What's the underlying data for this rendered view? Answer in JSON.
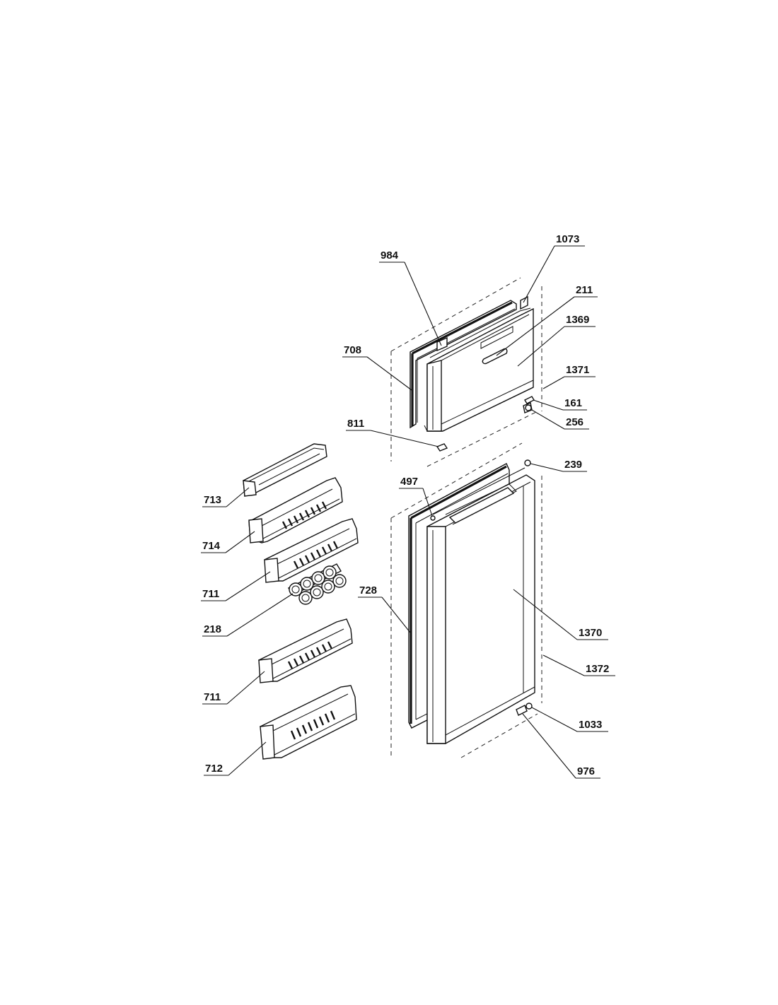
{
  "callouts": [
    {
      "id": "984",
      "text": "984"
    },
    {
      "id": "1073",
      "text": "1073"
    },
    {
      "id": "211",
      "text": "211"
    },
    {
      "id": "1369",
      "text": "1369"
    },
    {
      "id": "708",
      "text": "708"
    },
    {
      "id": "1371",
      "text": "1371"
    },
    {
      "id": "161",
      "text": "161"
    },
    {
      "id": "256",
      "text": "256"
    },
    {
      "id": "811",
      "text": "811"
    },
    {
      "id": "239",
      "text": "239"
    },
    {
      "id": "497",
      "text": "497"
    },
    {
      "id": "713",
      "text": "713"
    },
    {
      "id": "714",
      "text": "714"
    },
    {
      "id": "711a",
      "text": "711"
    },
    {
      "id": "728",
      "text": "728"
    },
    {
      "id": "218",
      "text": "218"
    },
    {
      "id": "1370",
      "text": "1370"
    },
    {
      "id": "1372",
      "text": "1372"
    },
    {
      "id": "711b",
      "text": "711"
    },
    {
      "id": "1033",
      "text": "1033"
    },
    {
      "id": "976",
      "text": "976"
    },
    {
      "id": "712",
      "text": "712"
    }
  ],
  "colors": {
    "ink": "#111111",
    "background": "#ffffff"
  }
}
